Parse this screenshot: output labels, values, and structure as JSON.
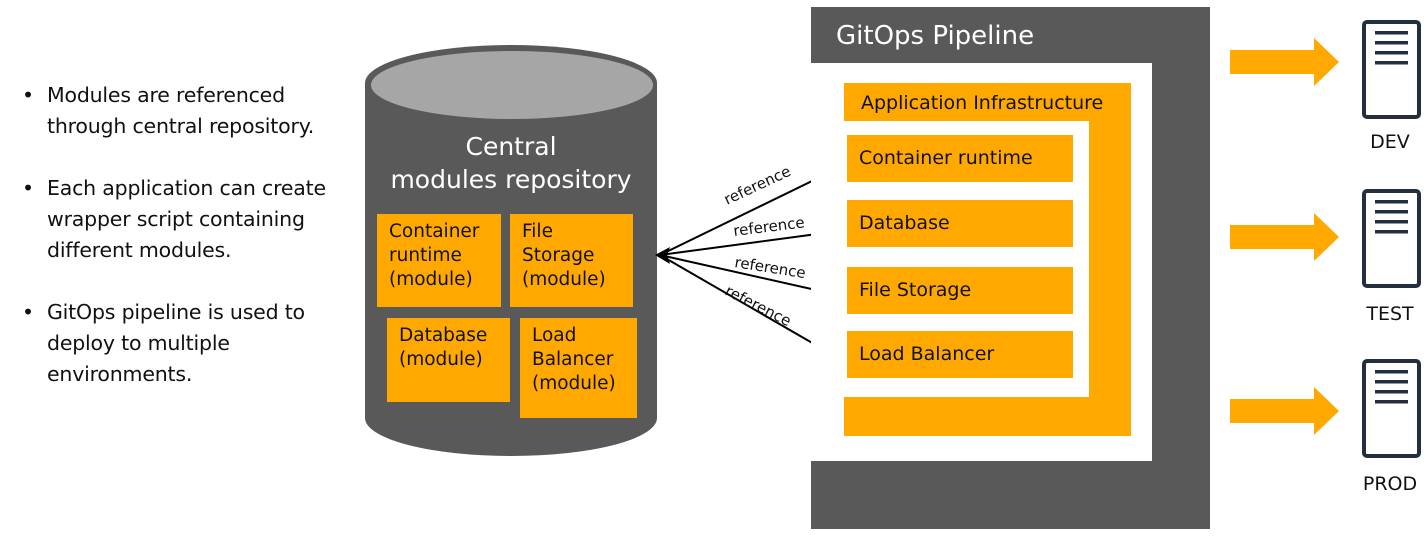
{
  "bullets": [
    "Modules are referenced through central repository.",
    "Each application can create wrapper script containing different modules.",
    "GitOps pipeline is used to deploy to multiple environments."
  ],
  "bullet_symbol": "•",
  "repository": {
    "title_line1": "Central",
    "title_line2": "modules repository",
    "modules": [
      {
        "line1": "Container",
        "line2": "runtime",
        "line3": "(module)"
      },
      {
        "line1": "File",
        "line2": "Storage",
        "line3": "(module)"
      },
      {
        "line1": "Database",
        "line2": "(module)",
        "line3": ""
      },
      {
        "line1": "Load",
        "line2": "Balancer",
        "line3": "(module)"
      }
    ]
  },
  "references": [
    "reference",
    "reference",
    "reference",
    "reference"
  ],
  "pipeline": {
    "title": "GitOps Pipeline",
    "app_title": "Application Infrastructure",
    "items": [
      "Container runtime",
      "Database",
      "File Storage",
      "Load Balancer"
    ]
  },
  "environments": [
    {
      "label": "DEV",
      "icon": "server-icon"
    },
    {
      "label": "TEST",
      "icon": "server-icon"
    },
    {
      "label": "PROD",
      "icon": "server-icon"
    }
  ],
  "colors": {
    "orange": "#ffa800",
    "dark_gray": "#595959",
    "light_gray": "#a6a6a6",
    "server_outline": "#232f3e",
    "text": "#111111",
    "white": "#ffffff"
  }
}
